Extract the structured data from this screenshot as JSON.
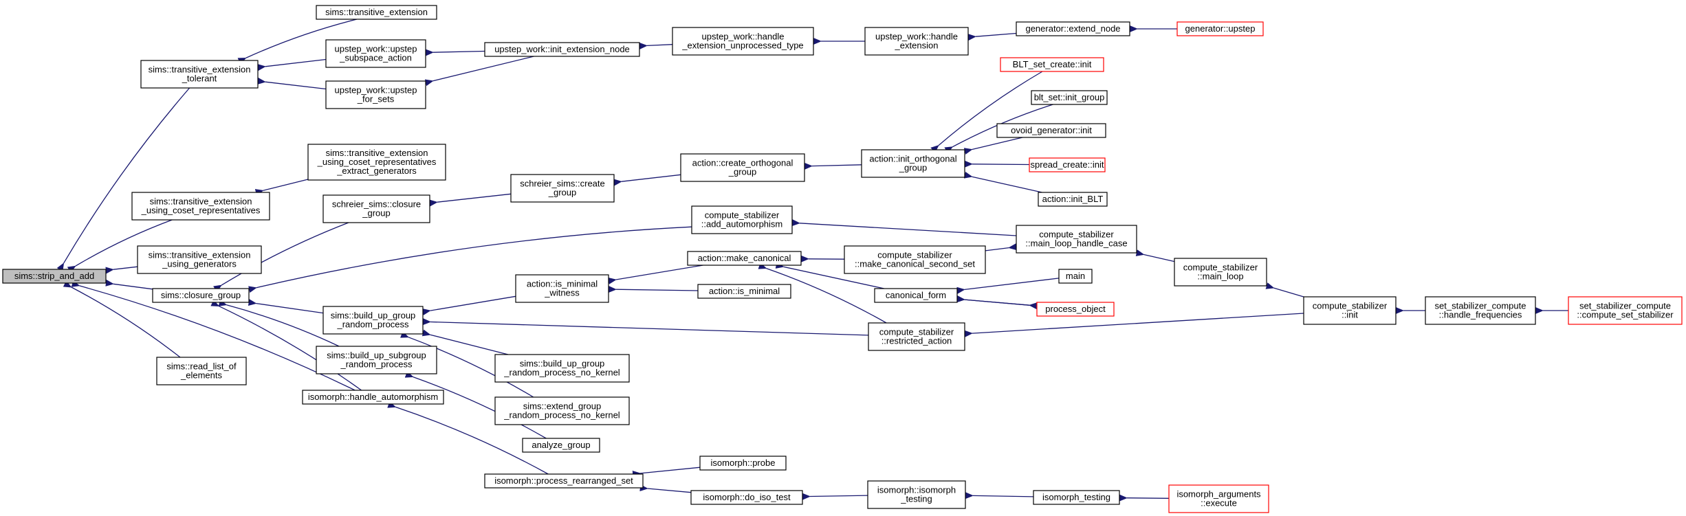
{
  "diagram": {
    "title": "",
    "colors": {
      "edge": "#191970",
      "node_border": "#000000",
      "truncated_border": "#ff0000",
      "root_fill": "#bfbfbf"
    },
    "nodes": [
      {
        "id": "n0",
        "lines": [
          "sims::strip_and_add"
        ],
        "root": true
      },
      {
        "id": "n1",
        "lines": [
          "sims::transitive_extension",
          "_tolerant"
        ]
      },
      {
        "id": "n2",
        "lines": [
          "sims::transitive_extension"
        ]
      },
      {
        "id": "n3",
        "lines": [
          "upstep_work::upstep",
          "_subspace_action"
        ]
      },
      {
        "id": "n4",
        "lines": [
          "upstep_work::upstep",
          "_for_sets"
        ]
      },
      {
        "id": "n5",
        "lines": [
          "upstep_work::init_extension_node"
        ]
      },
      {
        "id": "n6",
        "lines": [
          "upstep_work::handle",
          "_extension_unprocessed_type"
        ]
      },
      {
        "id": "n7",
        "lines": [
          "upstep_work::handle",
          "_extension"
        ]
      },
      {
        "id": "n8",
        "lines": [
          "generator::extend_node"
        ]
      },
      {
        "id": "n9",
        "lines": [
          "generator::upstep"
        ],
        "red": true
      },
      {
        "id": "n10",
        "lines": [
          "sims::transitive_extension",
          "_using_coset_representatives",
          "_extract_generators"
        ]
      },
      {
        "id": "n11",
        "lines": [
          "sims::transitive_extension",
          "_using_coset_representatives"
        ]
      },
      {
        "id": "n12",
        "lines": [
          "sims::transitive_extension",
          "_using_generators"
        ]
      },
      {
        "id": "n13",
        "lines": [
          "sims::closure_group"
        ]
      },
      {
        "id": "n14",
        "lines": [
          "schreier_sims::closure",
          "_group"
        ]
      },
      {
        "id": "n15",
        "lines": [
          "schreier_sims::create",
          "_group"
        ]
      },
      {
        "id": "n16",
        "lines": [
          "action::create_orthogonal",
          "_group"
        ]
      },
      {
        "id": "n17",
        "lines": [
          "action::init_orthogonal",
          "_group"
        ]
      },
      {
        "id": "n18",
        "lines": [
          "BLT_set_create::init"
        ],
        "red": true
      },
      {
        "id": "n19",
        "lines": [
          "blt_set::init_group"
        ]
      },
      {
        "id": "n20",
        "lines": [
          "ovoid_generator::init"
        ]
      },
      {
        "id": "n21",
        "lines": [
          "spread_create::init"
        ],
        "red": true
      },
      {
        "id": "n22",
        "lines": [
          "action::init_BLT"
        ]
      },
      {
        "id": "n23",
        "lines": [
          "compute_stabilizer",
          "::add_automorphism"
        ]
      },
      {
        "id": "n24",
        "lines": [
          "compute_stabilizer",
          "::main_loop_handle_case"
        ]
      },
      {
        "id": "n25",
        "lines": [
          "compute_stabilizer",
          "::main_loop"
        ]
      },
      {
        "id": "n26",
        "lines": [
          "compute_stabilizer",
          "::init"
        ]
      },
      {
        "id": "n27",
        "lines": [
          "set_stabilizer_compute",
          "::handle_frequencies"
        ]
      },
      {
        "id": "n28",
        "lines": [
          "set_stabilizer_compute",
          "::compute_set_stabilizer"
        ],
        "red": true
      },
      {
        "id": "n29",
        "lines": [
          "action::make_canonical"
        ]
      },
      {
        "id": "n30",
        "lines": [
          "compute_stabilizer",
          "::make_canonical_second_set"
        ]
      },
      {
        "id": "n31",
        "lines": [
          "action::is_minimal",
          "_witness"
        ]
      },
      {
        "id": "n32",
        "lines": [
          "action::is_minimal"
        ]
      },
      {
        "id": "n33",
        "lines": [
          "canonical_form"
        ]
      },
      {
        "id": "n34",
        "lines": [
          "main"
        ]
      },
      {
        "id": "n35",
        "lines": [
          "process_object"
        ],
        "red": true
      },
      {
        "id": "n36",
        "lines": [
          "compute_stabilizer",
          "::restricted_action"
        ]
      },
      {
        "id": "n37",
        "lines": [
          "sims::build_up_group",
          "_random_process"
        ]
      },
      {
        "id": "n38",
        "lines": [
          "sims::build_up_subgroup",
          "_random_process"
        ]
      },
      {
        "id": "n39",
        "lines": [
          "sims::build_up_group",
          "_random_process_no_kernel"
        ]
      },
      {
        "id": "n40",
        "lines": [
          "sims::extend_group",
          "_random_process_no_kernel"
        ]
      },
      {
        "id": "n41",
        "lines": [
          "sims::read_list_of",
          "_elements"
        ]
      },
      {
        "id": "n42",
        "lines": [
          "isomorph::handle_automorphism"
        ]
      },
      {
        "id": "n43",
        "lines": [
          "analyze_group"
        ]
      },
      {
        "id": "n44",
        "lines": [
          "isomorph::process_rearranged_set"
        ]
      },
      {
        "id": "n45",
        "lines": [
          "isomorph::probe"
        ]
      },
      {
        "id": "n46",
        "lines": [
          "isomorph::do_iso_test"
        ]
      },
      {
        "id": "n47",
        "lines": [
          "isomorph::isomorph",
          "_testing"
        ]
      },
      {
        "id": "n48",
        "lines": [
          "isomorph_testing"
        ]
      },
      {
        "id": "n49",
        "lines": [
          "isomorph_arguments",
          "::execute"
        ],
        "red": true
      }
    ]
  }
}
